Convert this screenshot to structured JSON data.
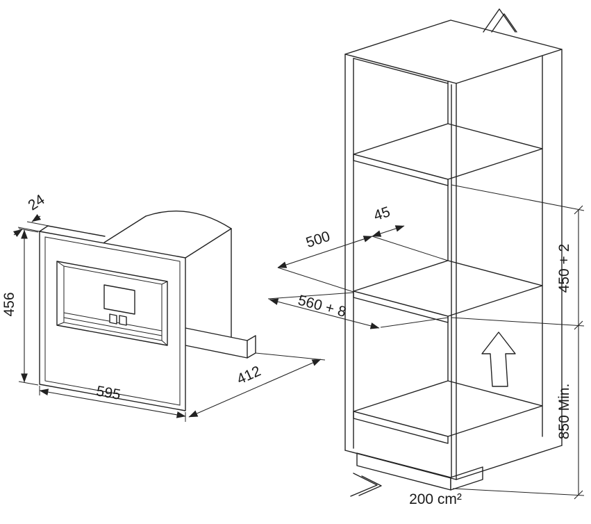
{
  "dims": {
    "frame_depth": "24",
    "frame_height": "456",
    "frame_width": "595",
    "appliance_depth": "412",
    "shelf_offset": "45",
    "niche_depth": "500",
    "niche_width": "560 + 8",
    "niche_height": "450 + 2",
    "base_height": "850 Min.",
    "vent_area": "200 cm²"
  },
  "colors": {
    "line": "#222222",
    "background": "#ffffff"
  }
}
